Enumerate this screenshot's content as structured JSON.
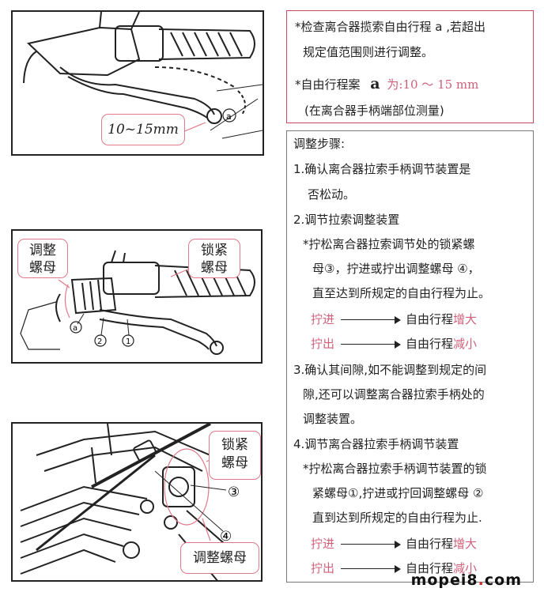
{
  "panel1": {
    "measure_label": "10~15mm",
    "marker": "a"
  },
  "panel2": {
    "adjust_nut_label": "调整螺母",
    "lock_nut_label": "锁紧螺母",
    "marker": "a",
    "num2": "2",
    "num1": "1"
  },
  "panel3": {
    "lock_nut_label": "锁紧螺母",
    "num3": "③",
    "num4": "④",
    "adjust_nut_label": "调整螺母"
  },
  "info": {
    "line1": "*检查离合器揽索自由行程 a ,若超出",
    "line2": "规定值范围则进行调整。",
    "line3_prefix": "*自由行程案",
    "line3_symbol": "a",
    "line3_suffix": "为:10 ～ 15 mm",
    "line4": "(在离合器手柄端部位测量)"
  },
  "steps": {
    "heading": "调整步骤:",
    "s1_a": "1.确认离合器拉索手柄调节装置是",
    "s1_b": "否松动。",
    "s2_a": "2.调节拉索调整装置",
    "s2_b": "*拧松离合器拉索调节处的锁紧螺",
    "s2_c": "母③，拧进或拧出调整螺母 ④，",
    "s2_d": "直至达到所规定的自由行程为止。",
    "in_label": "拧进",
    "out_label": "拧出",
    "result_prefix": "自由行程",
    "increase": "增大",
    "decrease": "减小",
    "s3_a": "3.确认其间隙,如不能调整到规定的间",
    "s3_b": "隙,还可以调整离合器拉索手柄处的",
    "s3_c": "调整装置。",
    "s4_a": "4.调节离合器拉索手柄调节装置",
    "s4_b": "*拧松离合器拉索手柄调节装置的锁",
    "s4_c": "紧螺母①,拧进或拧回调整螺母 ②",
    "s4_d": "直到达到所规定的自由行程为止."
  },
  "watermark": {
    "part1": "mopei8",
    "part2": ".",
    "part3": "com"
  }
}
